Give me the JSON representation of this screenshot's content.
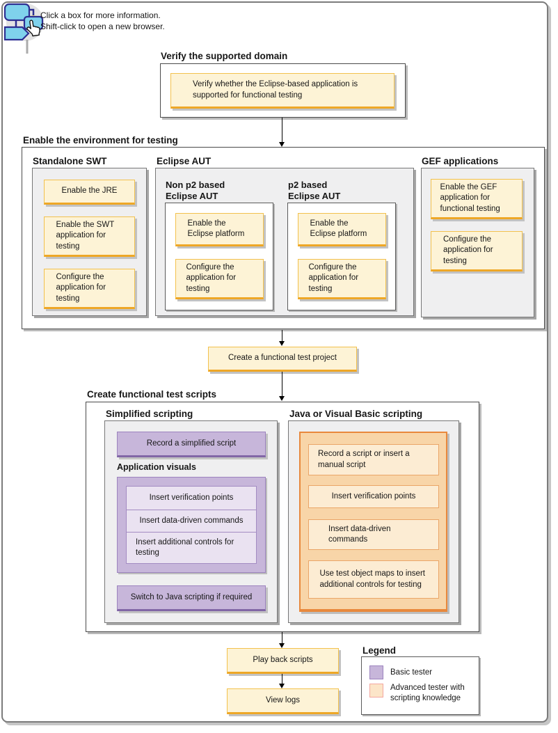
{
  "instructions": {
    "line1": "Click a box for more information.",
    "line2": "Shift-click to open a new browser."
  },
  "verify": {
    "title": "Verify the supported domain",
    "task": "Verify whether the Eclipse-based application is supported for functional testing"
  },
  "enable_env": {
    "title": "Enable the environment for testing",
    "standalone_swt": {
      "title": "Standalone SWT",
      "tasks": [
        "Enable the JRE",
        "Enable the SWT application for testing",
        "Configure the application for testing"
      ]
    },
    "eclipse_aut": {
      "title": "Eclipse AUT",
      "non_p2": {
        "title": "Non p2 based Eclipse AUT",
        "tasks": [
          "Enable the Eclipse platform",
          "Configure the application for testing"
        ]
      },
      "p2": {
        "title": "p2 based Eclipse AUT",
        "tasks": [
          "Enable the Eclipse platform",
          "Configure the application for testing"
        ]
      }
    },
    "gef": {
      "title": "GEF applications",
      "tasks": [
        "Enable the GEF application for functional testing",
        "Configure the application for testing"
      ]
    }
  },
  "create_project": {
    "task": "Create a functional test project"
  },
  "create_scripts": {
    "title": "Create functional test scripts",
    "simplified": {
      "title": "Simplified scripting",
      "record": "Record a simplified script",
      "app_visuals": {
        "title": "Application visuals",
        "items": [
          "Insert verification points",
          "Insert data-driven commands",
          "Insert additional controls for testing"
        ]
      },
      "switch": "Switch to Java scripting if required"
    },
    "java_vb": {
      "title": "Java or Visual Basic scripting",
      "tasks": [
        "Record a script or insert a manual script",
        "Insert verification points",
        "Insert data-driven commands",
        "Use test object maps to insert additional controls for testing"
      ]
    }
  },
  "playback": {
    "task": "Play back scripts"
  },
  "view_logs": {
    "task": "View logs"
  },
  "legend": {
    "title": "Legend",
    "items": [
      {
        "label": "Basic tester",
        "color": "#c7b6da"
      },
      {
        "label": "Advanced tester with scripting knowledge",
        "color": "#fce5c8"
      }
    ]
  },
  "colors": {
    "task_fill": "#fdf3d6",
    "task_border": "#eea726",
    "basic_tester": "#c7b6da",
    "advanced_tester": "#f8d5a8",
    "panel_fill": "#efeff0"
  }
}
